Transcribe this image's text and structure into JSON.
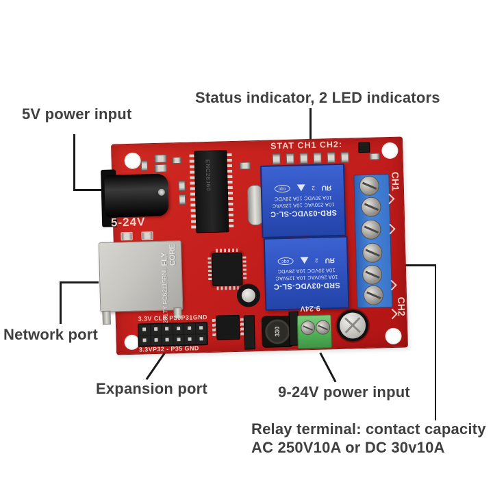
{
  "labels": {
    "power5v": "5V power input",
    "status": "Status indicator, 2 LED indicators",
    "network": "Network port",
    "expansion": "Expansion port",
    "power924": "9-24V power input",
    "relay_terminal_line1": "Relay terminal: contact capacity",
    "relay_terminal_line2": "AC 250V10A or DC 30v10A"
  },
  "board": {
    "silkscreen": {
      "led_row": "STAT  CH1  CH2:",
      "dc_input": "5-24V",
      "header_top": "3.3V CLR P30P31GND",
      "header_bottom": "3.3VP32 - P35 GND",
      "power_in": "9-24V",
      "ch1": "CH1",
      "ch2": "CH2"
    },
    "relay": {
      "model": "SRD-03VDC-SL-C",
      "rating_ac": "10A 250VAC  10A 125VAC",
      "rating_dc": "10A 30VDC  10A 28VDC",
      "cert_ul": "ЯU",
      "cert_num": "2",
      "cert_cqc": "cqc"
    },
    "ethernet": {
      "line1": "FLY CORE",
      "line2": "FC62115BNL",
      "line3": "2017Y"
    },
    "mcu_label": "ENC28J60",
    "inductor_value": "330"
  },
  "colors": {
    "board_red": "#c41f1d",
    "relay_blue": "#2e50bd",
    "terminal_blue": "#4585dc",
    "terminal_green": "#4fae55",
    "metal_silver": "#c6c5c0",
    "label_text": "#3f3f3f",
    "pointer_line": "#1a1a1a",
    "background": "#ffffff"
  }
}
